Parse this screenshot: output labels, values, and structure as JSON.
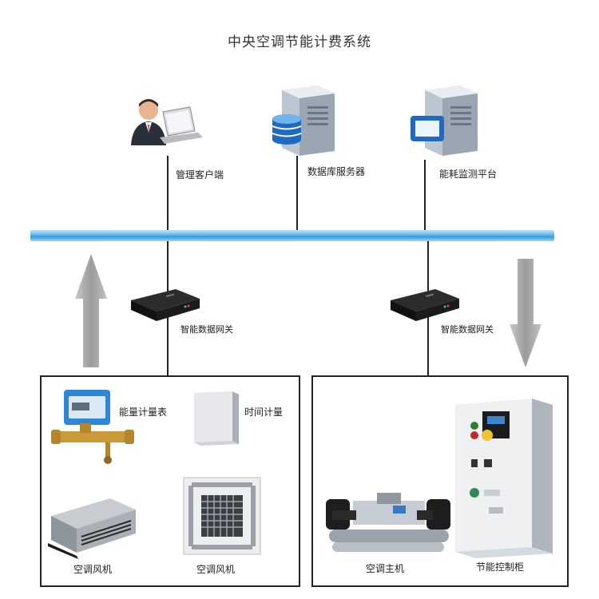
{
  "title": "中央空调节能计费系统",
  "top_nodes": [
    {
      "label": "管理客户端",
      "icon": "user-laptop-icon"
    },
    {
      "label": "数据库服务器",
      "icon": "database-server-icon"
    },
    {
      "label": "能耗监测平台",
      "icon": "monitor-server-icon"
    }
  ],
  "gateways": [
    {
      "label": "智能数据网关",
      "icon": "data-gateway-icon"
    },
    {
      "label": "智能数据网关",
      "icon": "data-gateway-icon"
    }
  ],
  "left_group": {
    "devices": [
      {
        "label": "能量计量表",
        "icon": "energy-meter-icon"
      },
      {
        "label": "时间计量",
        "icon": "time-meter-icon"
      },
      {
        "label": "空调风机",
        "icon": "fan-coil-unit-icon"
      },
      {
        "label": "空调风机",
        "icon": "cassette-fan-icon"
      }
    ]
  },
  "right_group": {
    "devices": [
      {
        "label": "空调主机",
        "icon": "chiller-icon"
      },
      {
        "label": "节能控制柜",
        "icon": "control-cabinet-icon"
      }
    ]
  },
  "colors": {
    "bus": "#3a9bd8",
    "arrow": "#a9a9a9",
    "line": "#222222"
  },
  "arrows": [
    {
      "direction": "up"
    },
    {
      "direction": "down"
    }
  ]
}
